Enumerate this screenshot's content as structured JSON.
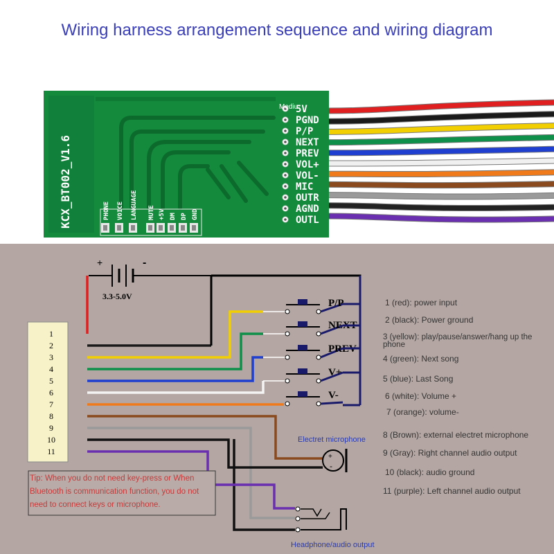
{
  "title": "Wiring harness arrangement sequence and wiring diagram",
  "board": {
    "model": "KCX_BT002_V1.6",
    "pads_right": [
      "5V",
      "PGND",
      "P/P",
      "NEXT",
      "PREV",
      "VOL+",
      "VOL-",
      "MIC",
      "OUTR",
      "AGND",
      "OUTL"
    ],
    "mediu_label": "Mediu",
    "pads_bottom": [
      "PHONE",
      "VOICE",
      "LANGUAGE",
      "MUTE",
      "+5V",
      "DM",
      "DP",
      "GND"
    ],
    "wire_colors": [
      "#e02020",
      "#1a1a1a",
      "#f2cf00",
      "#0e8f4a",
      "#1f3fd0",
      "#f0f0f0",
      "#f07a1a",
      "#8a4a1e",
      "#9a9a9a",
      "#222222",
      "#6a2fb0"
    ]
  },
  "diagram": {
    "battery_label": "3.3-5.0V",
    "battery_plus": "+",
    "battery_minus": "-",
    "connector_pins": [
      "1",
      "2",
      "3",
      "4",
      "5",
      "6",
      "7",
      "8",
      "9",
      "10",
      "11"
    ],
    "keys": [
      "P/P",
      "NEXT",
      "PREV",
      "V+",
      "V-"
    ],
    "mic_label": "Electret microphone",
    "headphone_label": "Headphone/audio output",
    "tip_text": "Tip: When you do not need key-press or When Bluetooth is communication function, you do not need to connect keys or microphone.",
    "pin_desc": [
      "1 (red): power input",
      "2 (black): Power ground",
      "3 (yellow): play/pause/answer/hang up the phone",
      "4 (green): Next song",
      "5 (blue): Last Song",
      "6 (white): Volume +",
      "7 (orange): volume-",
      "8 (Brown): external electret microphone",
      "9 (Gray): Right channel audio output",
      "10 (black): audio ground",
      "11 (purple): Left channel audio output"
    ]
  }
}
